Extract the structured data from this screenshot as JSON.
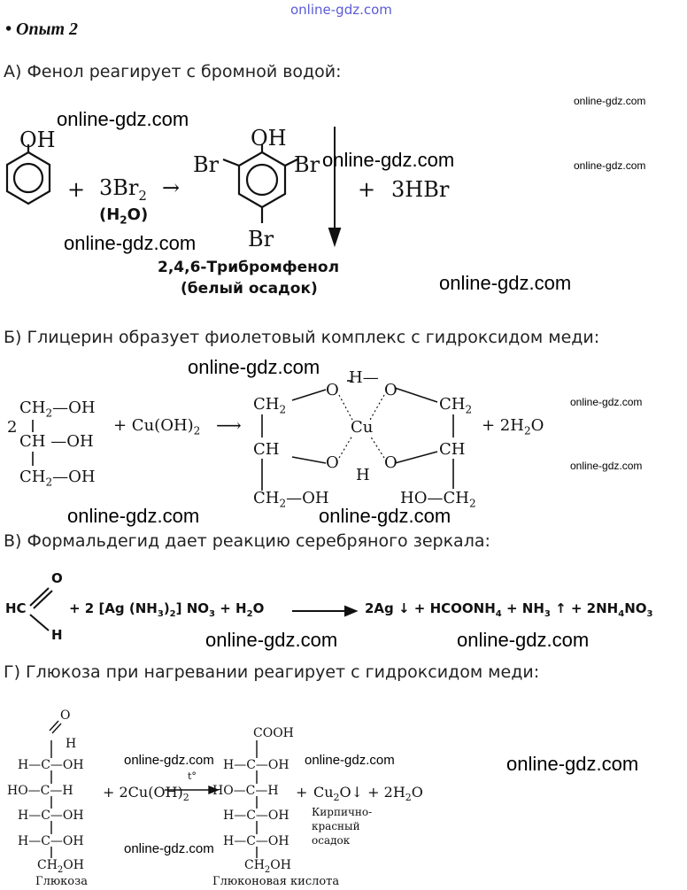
{
  "site_watermark": "online-gdz.com",
  "heading": "• Опыт 2",
  "sections": {
    "a": "А) Фенол реагирует с бромной водой:",
    "b": "Б) Глицерин образует фиолетовый комплекс с гидроксидом меди:",
    "c": "В) Формальдегид дает реакцию серебряного зеркала:",
    "d": "Г) Глюкоза при нагревании реагирует с гидроксидом меди:"
  },
  "reaction_a": {
    "oh1": "OH",
    "plus1": "+",
    "reagent": "3Br",
    "reagent_sub": "2",
    "arrow": "→",
    "cond": "(H",
    "cond_sub": "2",
    "cond_end": "O)",
    "oh2": "OH",
    "br_left": "Br",
    "br_right": "Br",
    "br_bottom": "Br",
    "plus2": "+",
    "product2": "3HBr",
    "caption1": "2,4,6-Трибромфенол",
    "caption2": "(белый осадок)"
  },
  "reaction_b": {
    "coef": "2",
    "ch2oh_top": "CH",
    "sub2a": "2",
    "oh_a": "—OH",
    "ch_oh": "CH —OH",
    "ch2oh_bottom": "CH",
    "sub2b": "2",
    "oh_b": "—OH",
    "reagent": "+ Cu(OH)",
    "reagent_sub": "2",
    "arrow": "⟶",
    "l_ch2": "CH",
    "l_ch2_sub": "2",
    "l_ch": "CH",
    "l_ch2oh": "CH",
    "l_ch2oh_sub": "2",
    "l_oh": "—OH",
    "o1": "O",
    "h_top": "H—",
    "o2": "O",
    "cu": "Cu",
    "o3": "O",
    "h_bot": "H",
    "o4": "O",
    "r_ch2": "CH",
    "r_ch2_sub": "2",
    "r_ch": "CH",
    "r_ho": "HO—CH",
    "r_ho_sub": "2",
    "product": "+ 2H",
    "product_sub": "2",
    "product_end": "O"
  },
  "reaction_c": {
    "hc": "HC",
    "o": "O",
    "h": "H",
    "lhs": "+ 2 [Ag (NH",
    "lhs_sub3": "3",
    "lhs_mid": ")",
    "lhs_sub2": "2",
    "lhs_end": "] NO",
    "no_sub": "3",
    "water": "+ H",
    "water_sub": "2",
    "water_end": "O",
    "rhs1": "2Ag ↓ + HCOONH",
    "rhs1_sub": "4",
    "rhs2": "+ NH",
    "rhs2_sub": "3",
    "rhs3": "↑ + 2NH",
    "rhs3_sub": "4",
    "rhs4": "NO",
    "rhs4_sub": "3"
  },
  "reaction_d": {
    "g_o": "O",
    "g_h_ald": "H",
    "g_r1": "H—C—OH",
    "g_r2": "HO—C—H",
    "g_r3": "H—C—OH",
    "g_r4": "H—C—OH",
    "g_ch2oh": "CH",
    "g_ch2oh_sub": "2",
    "g_ch2oh_end": "OH",
    "g_name": "Глюкоза",
    "reagent": "+ 2Cu(OH)",
    "reagent_sub": "2",
    "temp": "t°",
    "p_cooh": "COOH",
    "p_r1": "H—C—OH",
    "p_r2": "HO—C—H",
    "p_r3": "H—C—OH",
    "p_r4": "H—C—OH",
    "p_ch2oh": "CH",
    "p_ch2oh_sub": "2",
    "p_ch2oh_end": "OH",
    "p_name": "Глюконовая кислота",
    "plus": "+",
    "cu2o": "Cu",
    "cu2o_sub": "2",
    "cu2o_end": "O↓ + 2H",
    "h2o_sub": "2",
    "h2o_end": "O",
    "note1": "Кирпично-",
    "note2": "красный",
    "note3": "осадок"
  }
}
